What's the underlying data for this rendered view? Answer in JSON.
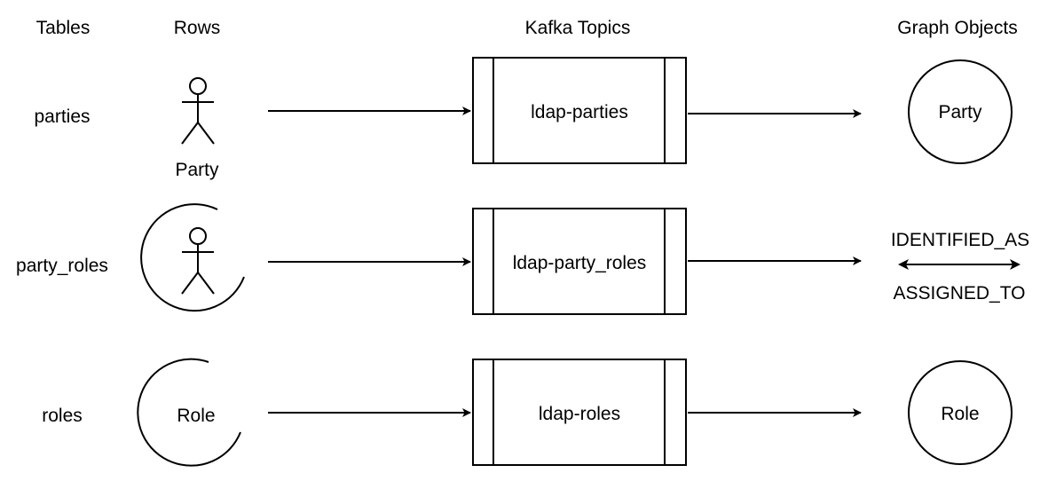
{
  "headers": {
    "tables": "Tables",
    "rows": "Rows",
    "kafka_topics": "Kafka Topics",
    "graph_objects": "Graph Objects"
  },
  "tables": {
    "parties": "parties",
    "party_roles": "party_roles",
    "roles": "roles"
  },
  "rows": {
    "party_label": "Party",
    "role_label": "Role"
  },
  "topics": {
    "parties": "ldap-parties",
    "party_roles": "ldap-party_roles",
    "roles": "ldap-roles"
  },
  "graph_objects": {
    "party_node": "Party",
    "edge_top_label": "IDENTIFIED_AS",
    "edge_bottom_label": "ASSIGNED_TO",
    "role_node": "Role"
  },
  "colors": {
    "stroke": "#000000",
    "background": "#ffffff"
  }
}
